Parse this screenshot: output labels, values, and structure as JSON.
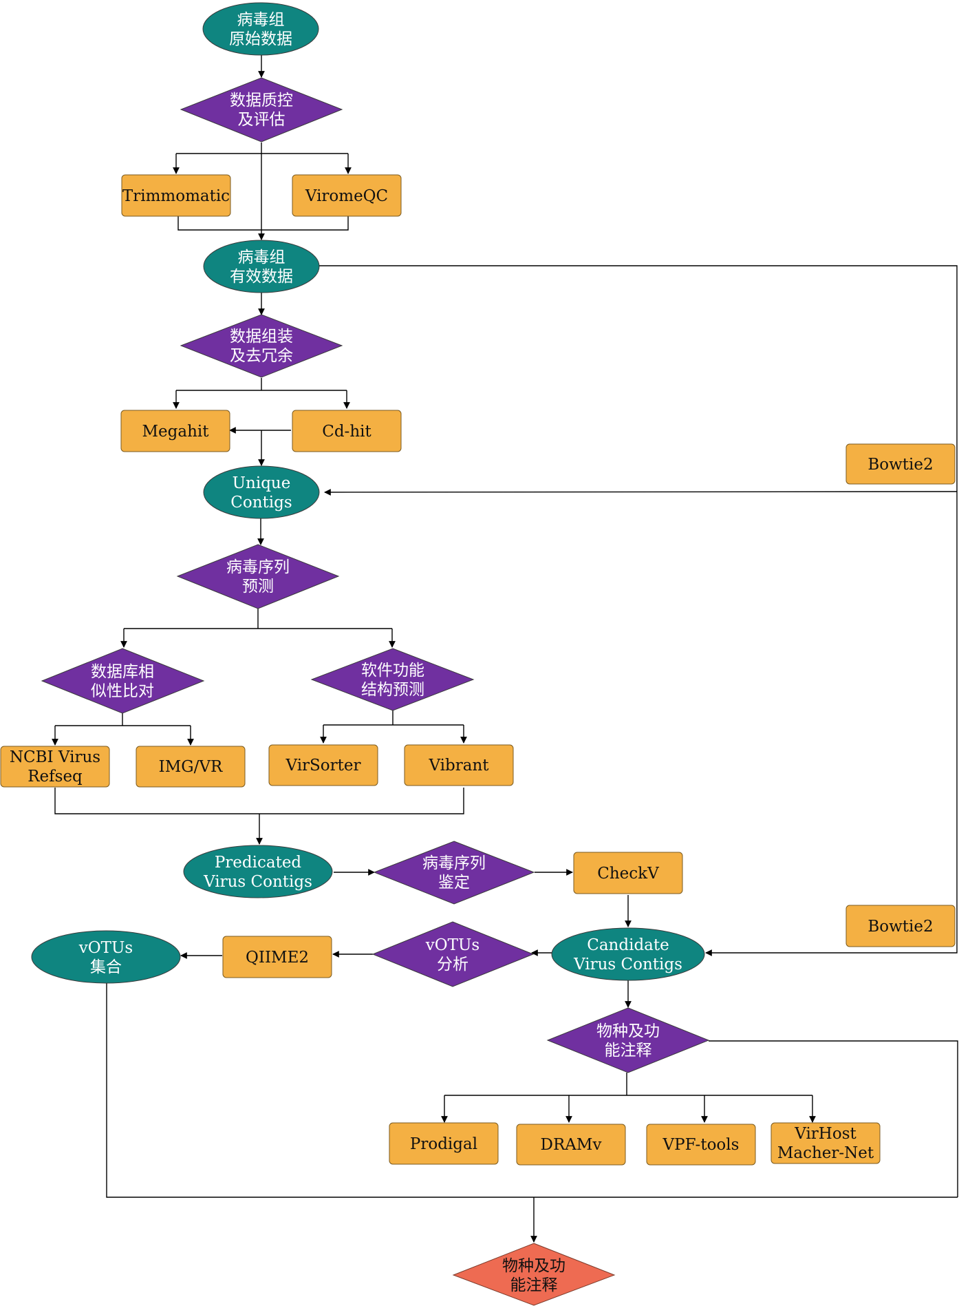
{
  "nodes": {
    "raw_data": {
      "lines": [
        "病毒组",
        "原始数据"
      ]
    },
    "qc": {
      "lines": [
        "数据质控",
        "及评估"
      ]
    },
    "trimmomatic": {
      "lines": [
        "Trimmomatic"
      ]
    },
    "viromeqc": {
      "lines": [
        "ViromeQC"
      ]
    },
    "valid_data": {
      "lines": [
        "病毒组",
        "有效数据"
      ]
    },
    "assembly": {
      "lines": [
        "数据组装",
        "及去冗余"
      ]
    },
    "megahit": {
      "lines": [
        "Megahit"
      ]
    },
    "cdhit": {
      "lines": [
        "Cd-hit"
      ]
    },
    "unique_contigs": {
      "lines": [
        "Unique",
        "Contigs"
      ]
    },
    "bowtie2_top": {
      "lines": [
        "Bowtie2"
      ]
    },
    "virus_predict": {
      "lines": [
        "病毒序列",
        "预测"
      ]
    },
    "db_compare": {
      "lines": [
        "数据库相",
        "似性比对"
      ]
    },
    "sw_predict": {
      "lines": [
        "软件功能",
        "结构预测"
      ]
    },
    "ncbi": {
      "lines": [
        "NCBI Virus",
        "Refseq"
      ]
    },
    "imgvr": {
      "lines": [
        "IMG/VR"
      ]
    },
    "virsorter": {
      "lines": [
        "VirSorter"
      ]
    },
    "vibrant": {
      "lines": [
        "Vibrant"
      ]
    },
    "predicated": {
      "lines": [
        "Predicated",
        "Virus Contigs"
      ]
    },
    "virus_identify": {
      "lines": [
        "病毒序列",
        "鉴定"
      ]
    },
    "checkv": {
      "lines": [
        "CheckV"
      ]
    },
    "bowtie2_bottom": {
      "lines": [
        "Bowtie2"
      ]
    },
    "candidate": {
      "lines": [
        "Candidate",
        "Virus Contigs"
      ]
    },
    "votus_analysis": {
      "lines": [
        "vOTUs",
        "分析"
      ]
    },
    "qiime2": {
      "lines": [
        "QIIME2"
      ]
    },
    "votus_set": {
      "lines": [
        "vOTUs",
        "集合"
      ]
    },
    "species_annot": {
      "lines": [
        "物种及功",
        "能注释"
      ]
    },
    "prodigal": {
      "lines": [
        "Prodigal"
      ]
    },
    "dramv": {
      "lines": [
        "DRAMv"
      ]
    },
    "vpf": {
      "lines": [
        "VPF-tools"
      ]
    },
    "virhost": {
      "lines": [
        "VirHost",
        "Macher-Net"
      ]
    },
    "final_annot": {
      "lines": [
        "物种及功",
        "能注释"
      ]
    }
  },
  "colors": {
    "teal": "#0f8580",
    "purple": "#7030a0",
    "orange": "#f4b043",
    "red": "#ee6b52"
  }
}
